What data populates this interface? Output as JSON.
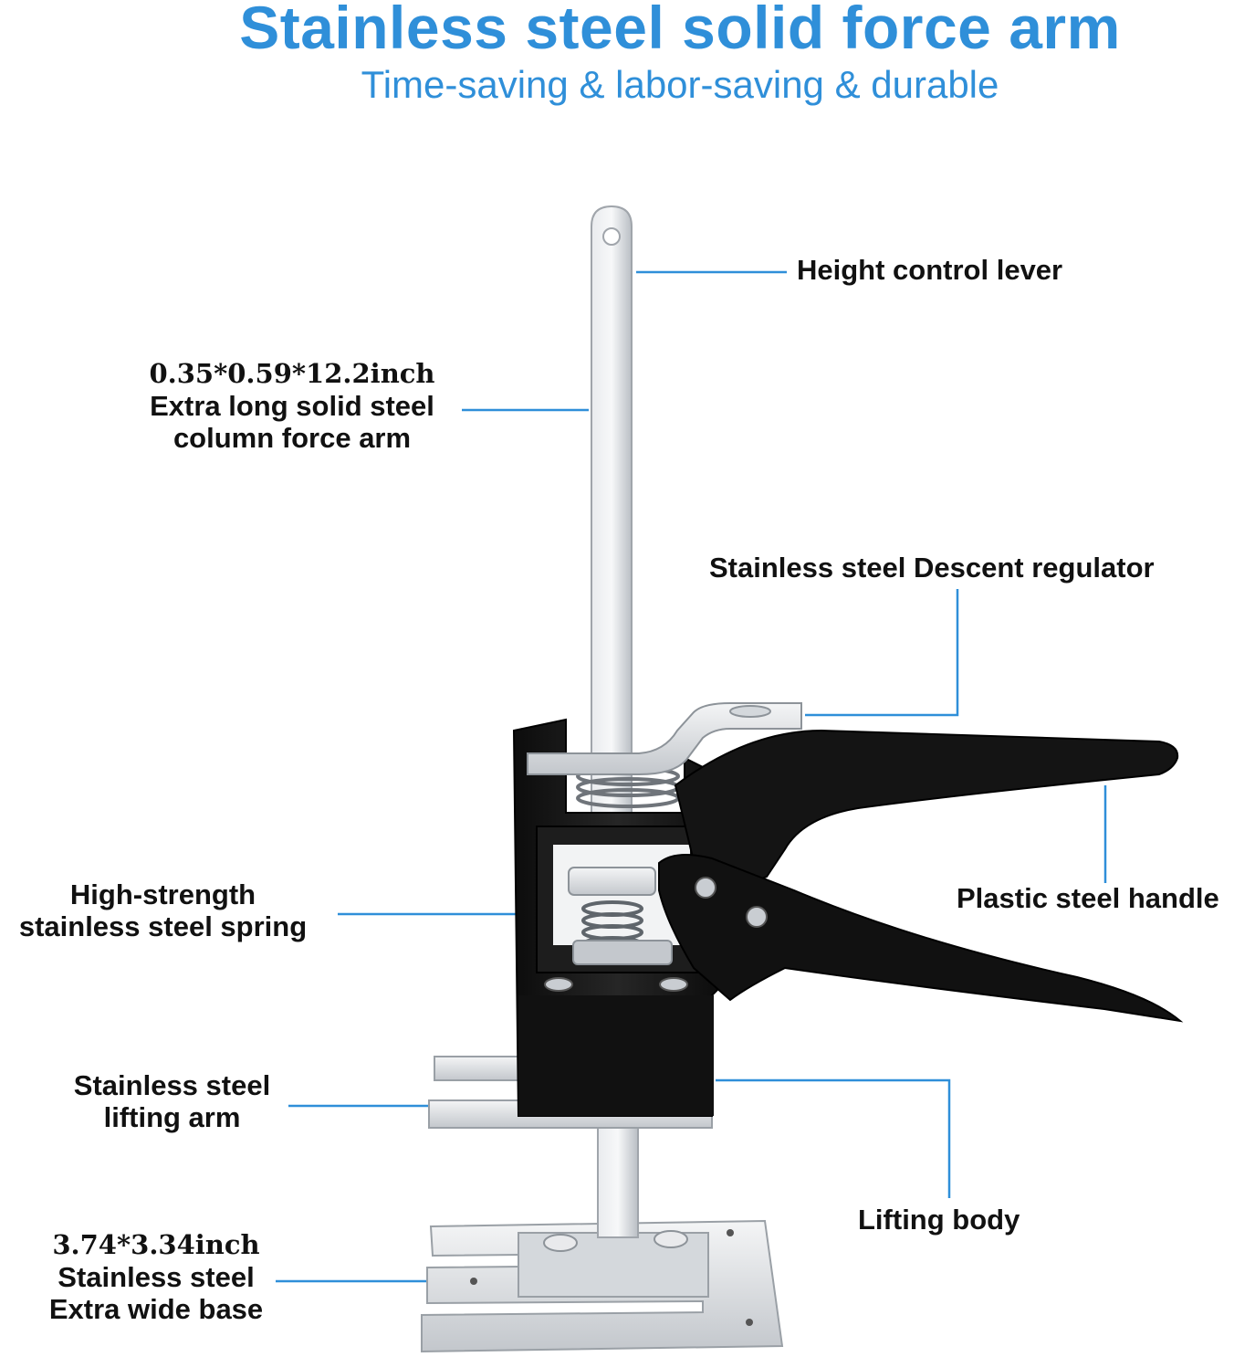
{
  "header": {
    "title": "Stainless steel solid force arm",
    "subtitle": "Time-saving & labor-saving & durable"
  },
  "colors": {
    "title": "#2f8fd9",
    "subtitle": "#2f8fd9",
    "leader_line": "#2f8fd9",
    "steel": "#c9cdd2",
    "black_body": "#141414"
  },
  "callouts": {
    "lever": {
      "text": "Height control lever"
    },
    "force_arm": {
      "dimension": "0.35*0.59*12.2inch",
      "line1": "Extra long solid steel",
      "line2": "column force arm"
    },
    "regulator": {
      "text": "Stainless steel Descent regulator"
    },
    "handle": {
      "text": "Plastic steel handle"
    },
    "spring": {
      "line1": "High-strength",
      "line2": "stainless steel spring"
    },
    "lifting_arm": {
      "line1": "Stainless steel",
      "line2": "lifting arm"
    },
    "lifting_body": {
      "text": "Lifting body"
    },
    "base": {
      "dimension": "3.74*3.34inch",
      "line1": "Stainless steel",
      "line2": "Extra wide base"
    }
  }
}
